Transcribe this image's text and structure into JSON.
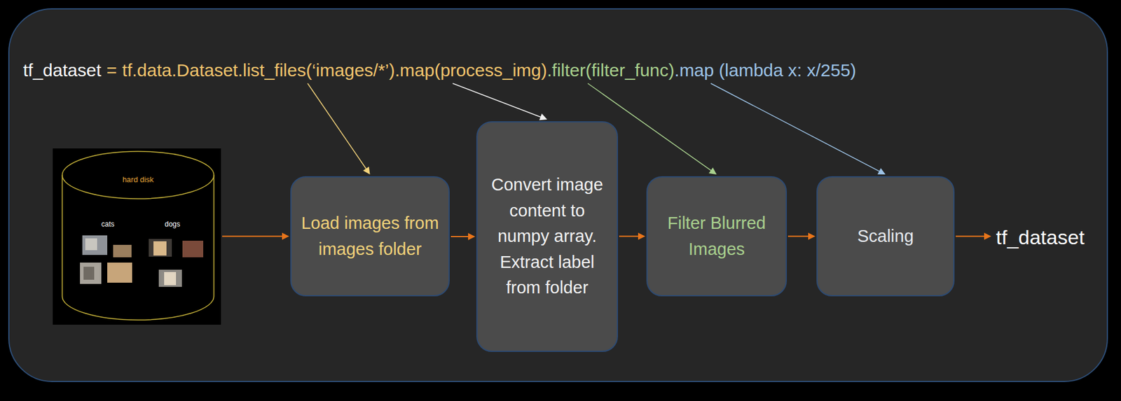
{
  "diagram": {
    "nodes": [
      {
        "text": [
          "hard disk",
          "cats",
          "dogs"
        ]
      },
      {
        "text": [
          "Load images from images folder"
        ]
      },
      {
        "text": [
          "Convert image content to numpy array. Extract label from folder"
        ]
      },
      {
        "text": [
          "Filter Blurred Images"
        ]
      },
      {
        "text": [
          "Scaling"
        ]
      }
    ],
    "edges": [
      {
        "from": 0,
        "to": 1,
        "arrow": "to"
      },
      {
        "from": 1,
        "to": 2,
        "arrow": "to"
      },
      {
        "from": 2,
        "to": 3,
        "arrow": "to"
      },
      {
        "from": 3,
        "to": 4,
        "arrow": "to"
      }
    ],
    "labels": [
      "tf_dataset",
      "=",
      "tf.data.Dataset.list_files(‘images/*’)",
      ".map(process_img)",
      ".filter(filter_func)",
      ".map (lambda x: x/255)",
      "tf_dataset"
    ]
  }
}
